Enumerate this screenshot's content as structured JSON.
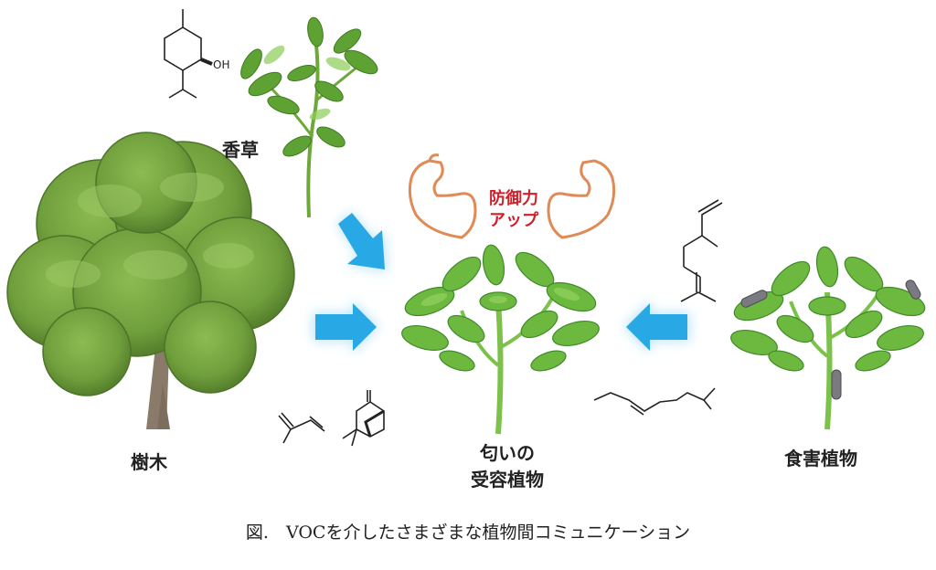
{
  "labels": {
    "herb": "香草",
    "tree": "樹木",
    "receiver_line1": "匂いの",
    "receiver_line2": "受容植物",
    "damaged": "食害植物",
    "boost_line1": "防御力",
    "boost_line2": "アップ"
  },
  "molecule_text": {
    "oh": "OH"
  },
  "caption": "図.　VOCを介したさまざまな植物間コミュニケーション",
  "colors": {
    "arrow": "#29a8e6",
    "arrow_glow": "#bfe6fa",
    "boost_text": "#d0202a",
    "muscle": "#e08a55",
    "leaf_dark": "#3f8a2a",
    "leaf_light": "#7cc24a",
    "tree_canopy": "#6f9e3c",
    "trunk": "#8a7a6a",
    "caterpillar": "#7a7a80"
  }
}
